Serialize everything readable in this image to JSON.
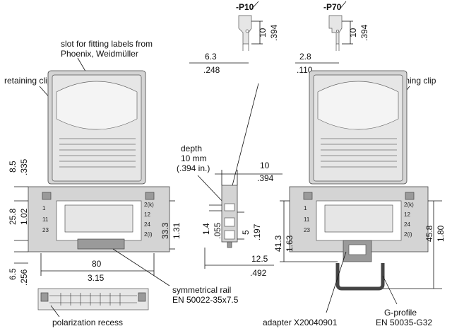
{
  "labels": {
    "top_left_variant": "-P10",
    "top_right_variant": "-P70",
    "slot_text_line1": "slot for fitting labels from",
    "slot_text_line2": "Phoenix, Weidmüller",
    "retaining_clip_left": "retaining clip",
    "retaining_clip_right": "retaining clip",
    "depth_line1": "depth",
    "depth_line2": "10 mm",
    "depth_line3": "(.394 in.)",
    "symmetrical_rail_line1": "symmetrical rail",
    "symmetrical_rail_line2": "EN 50022-35x7.5",
    "polarization_recess": "polarization recess",
    "adapter": "adapter X20040901",
    "g_profile_line1": "G-profile",
    "g_profile_line2": "EN 50035-G32"
  },
  "dimensions": {
    "p10_height_mm": "10",
    "p10_height_in": ".394",
    "p10_width_mm": "6.3",
    "p10_width_in": ".248",
    "p70_height_mm": "10",
    "p70_height_in": ".394",
    "p70_width_mm": "2.8",
    "p70_width_in": ".110",
    "left_top_mm": "8.5",
    "left_top_in": ".335",
    "left_mid_mm": "25.8",
    "left_mid_in": "1.02",
    "left_bottom_mm": "6.5",
    "left_bottom_in": ".256",
    "left_right_mm": "33.3",
    "left_right_in": "1.31",
    "left_width_mm": "80",
    "left_width_in": "3.15",
    "side_width_mm": "10",
    "side_width_in": ".394",
    "side_small_mm": "1.4",
    "side_small_in": ".055",
    "side_mid_mm": "5",
    "side_mid_in": ".197",
    "side_bottom_mm": "12.5",
    "side_bottom_in": ".492",
    "right_left_mm": "41.3",
    "right_left_in": "1.63",
    "right_right_mm": "45.8",
    "right_right_in": "1.80"
  },
  "terminals": {
    "left": [
      "1",
      "11",
      "23"
    ],
    "right": [
      "2(k)",
      "12",
      "24",
      "2(i)"
    ]
  }
}
